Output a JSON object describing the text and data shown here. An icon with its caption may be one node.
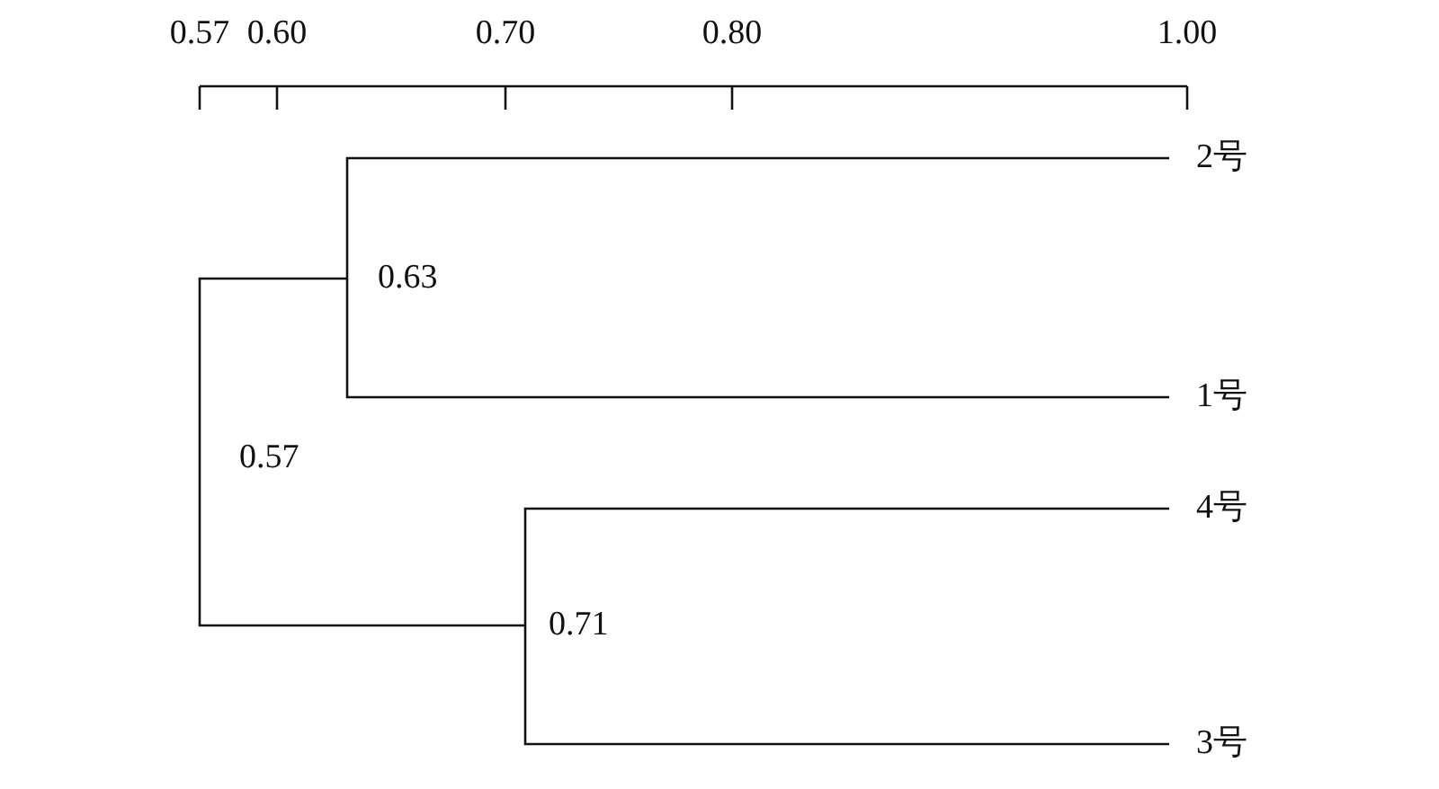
{
  "diagram": {
    "nodes": [
      {
        "text": [
          "0.57"
        ]
      },
      {
        "text": [
          "0.63"
        ]
      },
      {
        "text": [
          "2号"
        ]
      },
      {
        "text": [
          "1号"
        ]
      },
      {
        "text": [
          "0.71"
        ]
      },
      {
        "text": [
          "4号"
        ]
      },
      {
        "text": [
          "3号"
        ]
      }
    ],
    "edges": [
      {
        "from": 0,
        "to": 1,
        "arrow": "none"
      },
      {
        "from": 0,
        "to": 4,
        "arrow": "none"
      },
      {
        "from": 1,
        "to": 2,
        "arrow": "none"
      },
      {
        "from": 1,
        "to": 3,
        "arrow": "none"
      },
      {
        "from": 4,
        "to": 5,
        "arrow": "none"
      },
      {
        "from": 4,
        "to": 6,
        "arrow": "none"
      }
    ],
    "labels": [
      "0.57",
      "0.60",
      "0.70",
      "0.80",
      "1.00"
    ]
  }
}
